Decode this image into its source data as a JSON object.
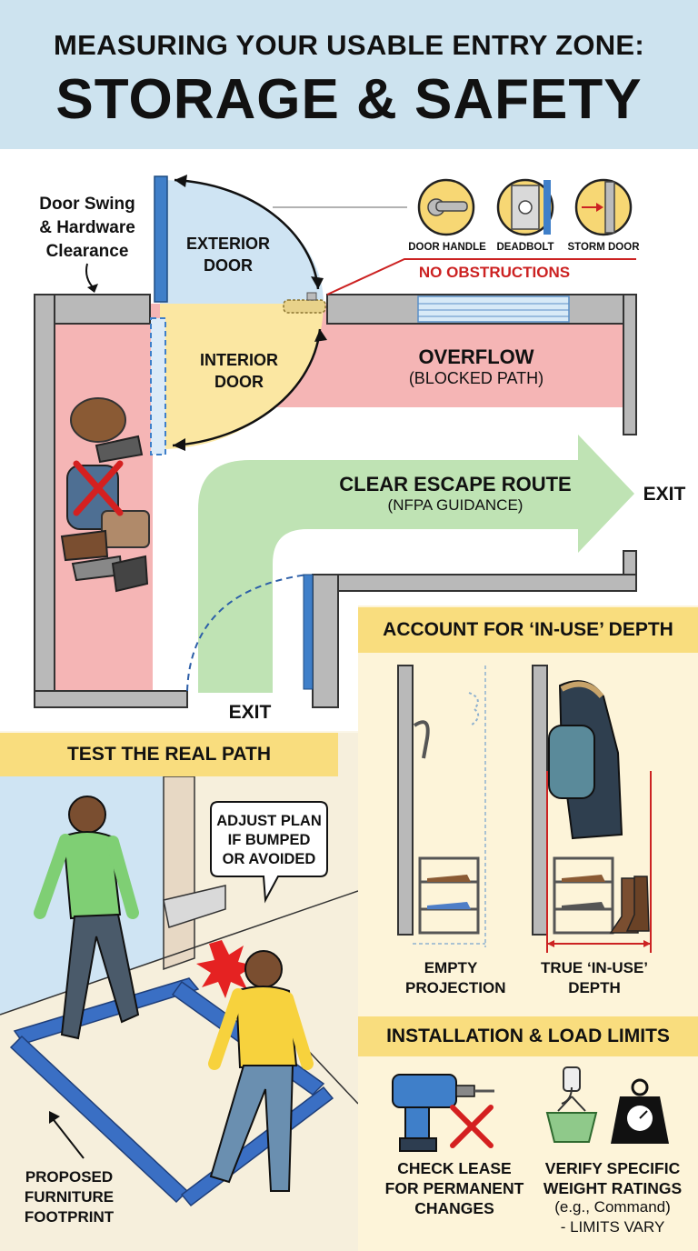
{
  "title": {
    "line1": "MEASURING YOUR USABLE ENTRY ZONE:",
    "line2": "STORAGE & SAFETY"
  },
  "floorplan": {
    "door_swing_label": "Door Swing & Hardware Clearance",
    "exterior_door": "EXTERIOR DOOR",
    "interior_door": "INTERIOR DOOR",
    "hardware": [
      "DOOR HANDLE",
      "DEADBOLT",
      "STORM DOOR"
    ],
    "no_obstructions": "NO OBSTRUCTIONS",
    "overflow_title": "OVERFLOW",
    "overflow_sub": "(BLOCKED PATH)",
    "escape_title": "CLEAR ESCAPE ROUTE",
    "escape_sub": "(NFPA GUIDANCE)",
    "exit_right": "EXIT",
    "exit_bottom": "EXIT"
  },
  "depth": {
    "heading": "ACCOUNT FOR ‘IN-USE’ DEPTH",
    "empty_label": "EMPTY PROJECTION",
    "true_label": "TRUE ‘IN-USE’ DEPTH"
  },
  "test": {
    "heading": "TEST THE REAL PATH",
    "bubble": "ADJUST PLAN IF BUMPED OR AVOIDED",
    "footprint_label": "PROPOSED FURNITURE FOOTPRINT"
  },
  "install": {
    "heading": "INSTALLATION & LOAD LIMITS",
    "lease_label": "CHECK LEASE FOR PERMANENT CHANGES",
    "weight_line1": "VERIFY SPECIFIC WEIGHT RATINGS",
    "weight_line2": "(e.g., Command)",
    "weight_line3": "- LIMITS VARY"
  },
  "colors": {
    "header_bg": "#cde3ef",
    "overflow_red": "#f5b5b5",
    "escape_green": "#bfe3b4",
    "exterior_blue": "#cfe4f3",
    "interior_yellow": "#fbe7a2",
    "band_yellow": "#f9dd7e",
    "wall_gray": "#b9b9b9",
    "tape_blue": "#3a6fc4",
    "alert_red": "#cc2222"
  }
}
